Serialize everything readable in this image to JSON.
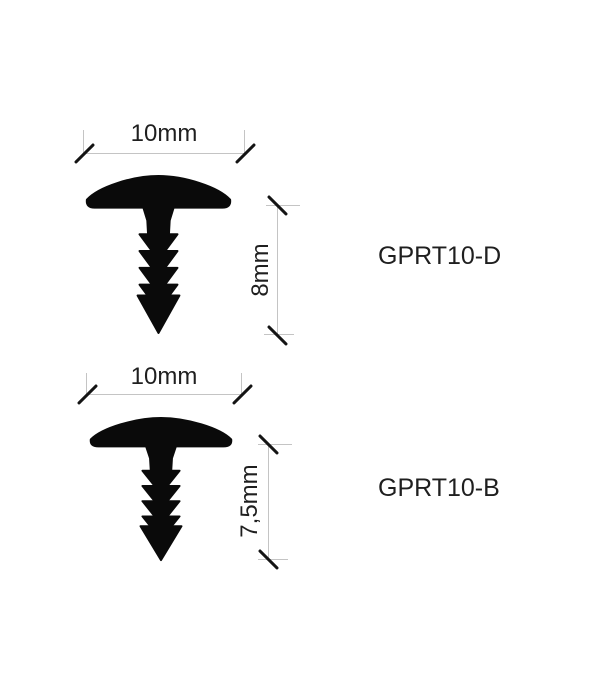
{
  "styles": {
    "background": "#ffffff",
    "line_color": "#c4c4c4",
    "tick_color": "#141414",
    "shape_color": "#0a0a0a",
    "text_color": "#1f1f1f"
  },
  "profiles": [
    {
      "part_number": "GPRT10-D",
      "width_label": "10mm",
      "height_label": "8mm"
    },
    {
      "part_number": "GPRT10-B",
      "width_label": "10mm",
      "height_label": "7,5mm"
    }
  ]
}
